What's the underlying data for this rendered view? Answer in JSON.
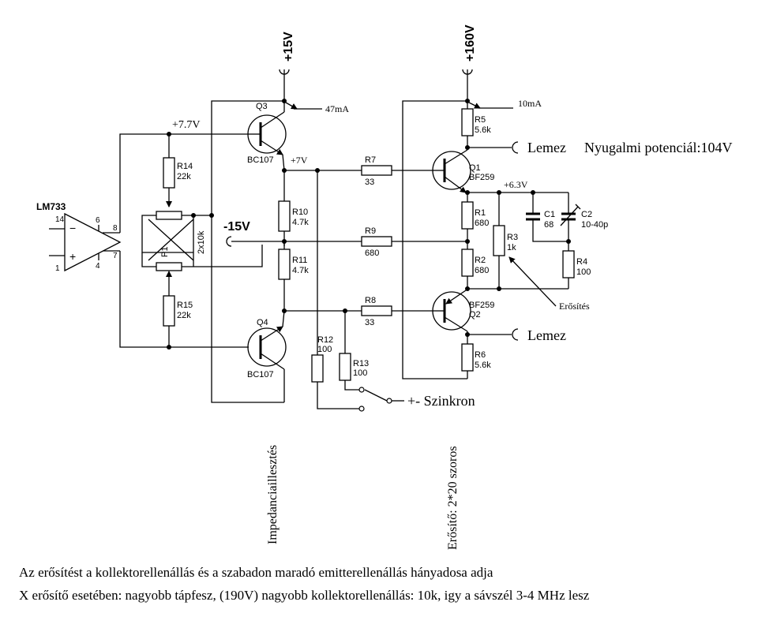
{
  "supplies": {
    "plus15": "+15V",
    "plus160": "+160V",
    "minus15": "-15V"
  },
  "currents": {
    "q3": "47mA",
    "q1": "10mA"
  },
  "voltages": {
    "v77": "+7.7V",
    "v7": "+7V",
    "v63": "+6.3V"
  },
  "opamp": {
    "name": "LM733",
    "pin14": "14",
    "pin1": "1",
    "pin6": "6",
    "pin8": "8",
    "pin7": "7",
    "pin4": "4",
    "minus": "−",
    "plus": "+"
  },
  "transistors": {
    "q3": {
      "ref": "Q3",
      "type": "BC107"
    },
    "q4": {
      "ref": "Q4",
      "type": "BC107"
    },
    "q1": {
      "ref": "Q1",
      "type": "BF259"
    },
    "q2": {
      "ref": "Q2",
      "type": "BF259"
    }
  },
  "resistors": {
    "r14": {
      "ref": "R14",
      "value": "22k"
    },
    "r15": {
      "ref": "R15",
      "value": "22k"
    },
    "p1": {
      "ref": "P1",
      "value": "2x10k"
    },
    "r10": {
      "ref": "R10",
      "value": "4.7k"
    },
    "r11": {
      "ref": "R11",
      "value": "4.7k"
    },
    "r7": {
      "ref": "R7",
      "value": "33"
    },
    "r9": {
      "ref": "R9",
      "value": "680"
    },
    "r8": {
      "ref": "R8",
      "value": "33"
    },
    "r12": {
      "ref": "R12",
      "value": "100"
    },
    "r13": {
      "ref": "R13",
      "value": "100"
    },
    "r5": {
      "ref": "R5",
      "value": "5.6k"
    },
    "r1": {
      "ref": "R1",
      "value": "680"
    },
    "r2": {
      "ref": "R2",
      "value": "680"
    },
    "r3": {
      "ref": "R3",
      "value": "1k"
    },
    "r4": {
      "ref": "R4",
      "value": "100"
    },
    "r6": {
      "ref": "R6",
      "value": "5.6k"
    }
  },
  "capacitors": {
    "c1": {
      "ref": "C1",
      "value": "68"
    },
    "c2": {
      "ref": "C2",
      "value": "10-40p"
    }
  },
  "labels": {
    "lemez_top": "Lemez",
    "nyugalmi": "Nyugalmi potenciál:104V",
    "lemez_bottom": "Lemez",
    "erosites": "Erősítés",
    "szinkron": "+- Szinkron",
    "impedancia": "Impedanciaillesztés",
    "erosito": "Erősítő: 2*20 szoros"
  },
  "notes": {
    "line1": "Az erősítést a kollektorellenállás és a szabadon maradó emitterellenállás hányadosa adja",
    "line2": "X erősítő esetében: nagyobb tápfesz, (190V) nagyobb kollektorellenállás: 10k, igy a sávszél 3-4 MHz lesz"
  }
}
